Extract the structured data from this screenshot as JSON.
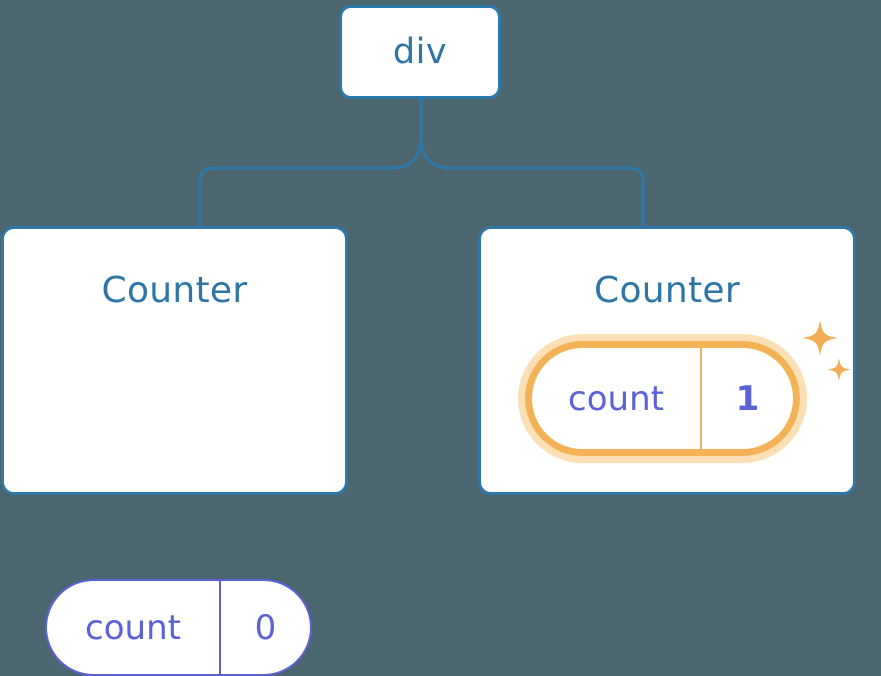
{
  "diagram": {
    "type": "component-tree",
    "background_color": "#4c6670",
    "accent_colors": {
      "node_border": "#2e78a8",
      "node_text": "#2e76a6",
      "state_pill": "#5b61d6",
      "highlight_border": "#f2b255",
      "highlight_glow": "#fbdfb5",
      "card_background": "#ffffff"
    },
    "root": {
      "label": "div"
    },
    "children": [
      {
        "title": "Counter",
        "state": {
          "key": "count",
          "value": "0"
        },
        "highlighted": false
      },
      {
        "title": "Counter",
        "state": {
          "key": "count",
          "value": "1"
        },
        "highlighted": true,
        "sparkle_icons": [
          "sparkle-large",
          "sparkle-small"
        ]
      }
    ]
  }
}
